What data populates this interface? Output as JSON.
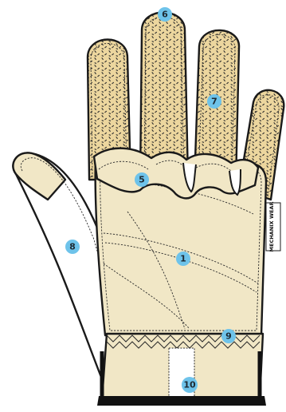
{
  "colors": {
    "palm_leather": "#f1e7c6",
    "grip_fabric": "#ecd69e",
    "grip_specks": "#2b2b2b",
    "thumb_panel": "#ffffff",
    "outline": "#1a1a1a",
    "cuff_band": "#111111",
    "callout_fill": "#6ec3ea",
    "callout_text": "#1d2a33"
  },
  "callouts": [
    {
      "number": "1",
      "target": "palm"
    },
    {
      "number": "5",
      "target": "knuckle seam"
    },
    {
      "number": "6",
      "target": "fingertip"
    },
    {
      "number": "7",
      "target": "finger grip"
    },
    {
      "number": "8",
      "target": "thumb"
    },
    {
      "number": "9",
      "target": "wrist stitching"
    },
    {
      "number": "10",
      "target": "cuff tab"
    }
  ],
  "logo_text": "MECHANIX WEAR"
}
